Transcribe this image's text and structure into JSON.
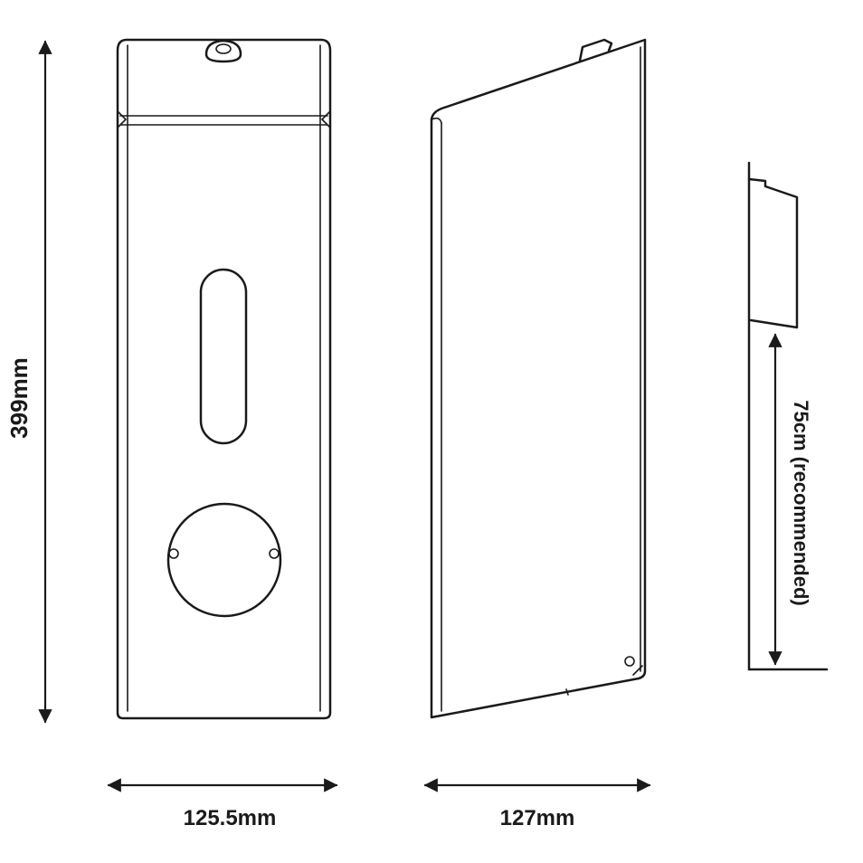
{
  "dimensions": {
    "height_label": "399mm",
    "front_width_label": "125.5mm",
    "side_width_label": "127mm",
    "mount_height_label": "75cm (recommended)"
  },
  "colors": {
    "line": "#1a1a1a",
    "background": "#ffffff"
  }
}
